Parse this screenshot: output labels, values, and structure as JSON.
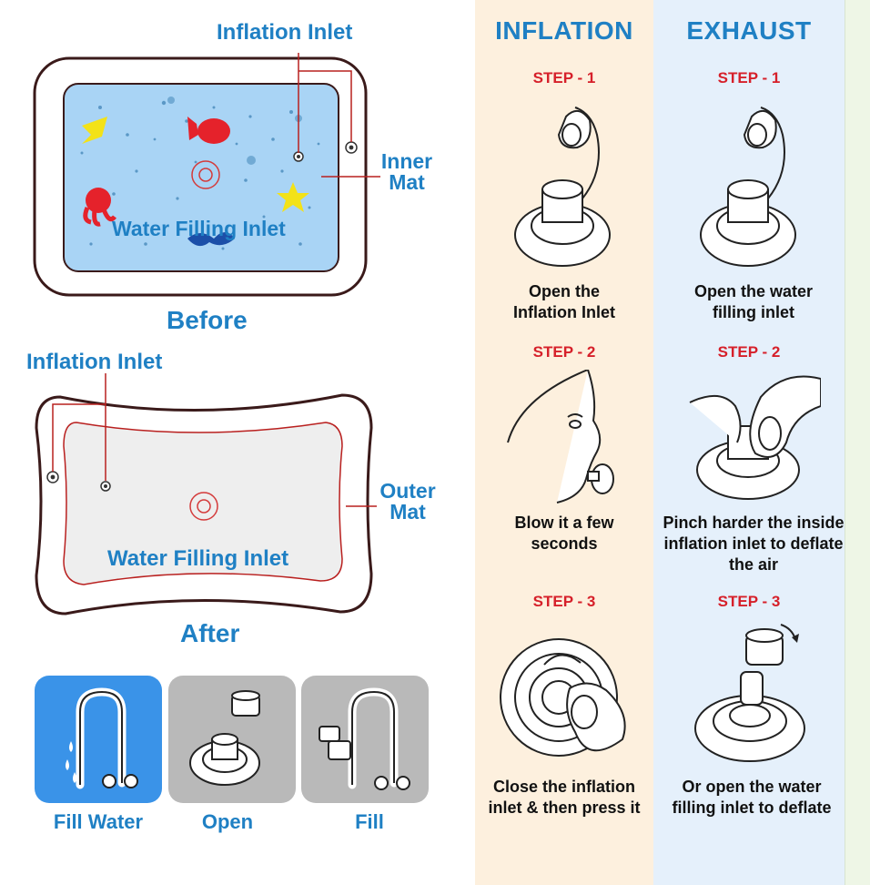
{
  "before_panel": {
    "inflation_inlet_label": "Inflation Inlet",
    "inner_mat_label": "Inner Mat",
    "water_filling_inlet_label": "Water Filling Inlet",
    "caption": "Before"
  },
  "after_panel": {
    "inflation_inlet_label": "Inflation Inlet",
    "outer_mat_label": "Outer Mat",
    "water_filling_inlet_label": "Water Filling Inlet",
    "caption": "After"
  },
  "tiles": [
    {
      "label": "Fill Water"
    },
    {
      "label": "Open"
    },
    {
      "label": "Fill"
    }
  ],
  "inflation": {
    "heading": "INFLATION",
    "steps": [
      {
        "step": "STEP - 1",
        "caption": "Open the Inflation Inlet"
      },
      {
        "step": "STEP - 2",
        "caption": "Blow it a few seconds"
      },
      {
        "step": "STEP - 3",
        "caption": "Close the inflation inlet & then press it"
      }
    ]
  },
  "exhaust": {
    "heading": "EXHAUST",
    "steps": [
      {
        "step": "STEP - 1",
        "caption": "Open the water filling inlet"
      },
      {
        "step": "STEP - 2",
        "caption": "Pinch harder the inside inflation inlet to deflate the air"
      },
      {
        "step": "STEP - 3",
        "caption": "Or open the water filling inlet to deflate"
      }
    ]
  },
  "colors": {
    "label_blue": "#1f80c4",
    "step_red": "#d6202a",
    "inflation_bg": "#fdf0de",
    "exhaust_bg": "#e5f0fb",
    "water_blue": "#a9d4f5",
    "tile_blue": "#3a93e8",
    "tile_gray": "#b9b9b9"
  }
}
